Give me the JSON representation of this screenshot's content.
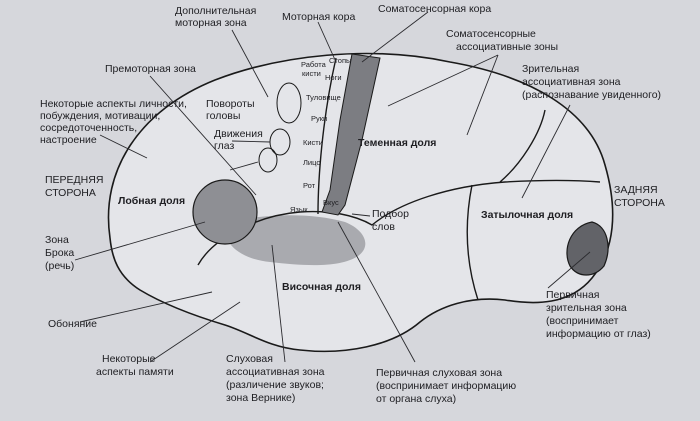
{
  "labels": {
    "supplementary_motor": [
      "Дополнительная",
      "моторная зона"
    ],
    "motor_cortex": "Моторная кора",
    "somatosensory_cortex": "Соматосенсорная кора",
    "somatosensory_assoc": [
      "Соматосенсорные",
      "ассоциативные зоны"
    ],
    "visual_assoc": [
      "Зрительная",
      "ассоциативная зона",
      "(распознавание увиденного)"
    ],
    "premotor": "Премоторная зона",
    "personality": [
      "Некоторые аспекты личности,",
      "побуждения, мотивации,",
      "сосредоточенность,",
      "настроение"
    ],
    "head_turn": [
      "Повороты",
      "головы"
    ],
    "eye_move": [
      "Движения",
      "глаз"
    ],
    "front_side": [
      "ПЕРЕДНЯЯ",
      "СТОРОНА"
    ],
    "frontal_lobe": "Лобная доля",
    "parietal_lobe": "Теменная доля",
    "back_side": [
      "ЗАДНЯЯ",
      "СТОРОНА"
    ],
    "occipital_lobe": "Затылочная доля",
    "word_selection": [
      "Подбор",
      "слов"
    ],
    "broca": [
      "Зона",
      "Брока",
      "(речь)"
    ],
    "temporal_lobe": "Височная доля",
    "smell": "Обоняние",
    "primary_visual": [
      "Первичная",
      "зрительная зона",
      "(воспринимает",
      "информацию от глаз)"
    ],
    "memory": [
      "Некоторые",
      "аспекты памяти"
    ],
    "auditory_assoc": [
      "Слуховая",
      "ассоциативная зона",
      "(различение звуков;",
      "зона Верникe)"
    ],
    "primary_auditory": [
      "Первичная слуховая зона",
      "(воспринимает информацию",
      "от органа слуха)"
    ]
  },
  "body_parts": [
    "Стопы",
    "Работа",
    "кисти",
    "Ноги",
    "Туловище",
    "Руки",
    "Кисти",
    "Лицо",
    "Рот",
    "Язык",
    "Вкус"
  ],
  "colors": {
    "background": "#d6d7dc",
    "brain_fill": "#e4e5e9",
    "motor_strip": "#7c7d82",
    "broca_area": "#8e8f94",
    "visual_area": "#626368",
    "wernicke_area": "#a9aaaf"
  }
}
